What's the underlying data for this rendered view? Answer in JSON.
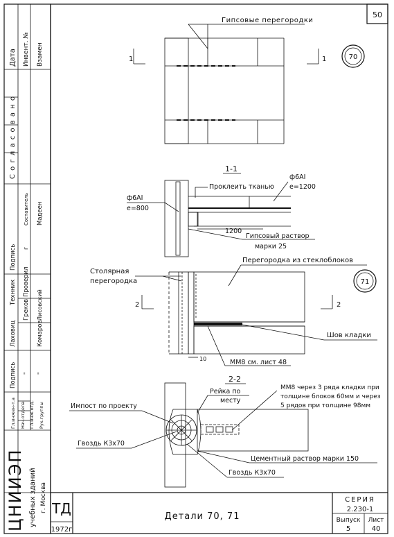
{
  "page_number": "50",
  "side_table": {
    "header_cols": [
      "Дата",
      "Инвент. №",
      "Взамен"
    ],
    "soglasovano": "С о г л а с о в а н о",
    "rows": [
      {
        "role": "Технник",
        "name": "Лаховиц"
      },
      {
        "role": "Проверил",
        "name": "Греков"
      },
      {
        "role": "",
        "name": "Комаров"
      },
      {
        "role": "",
        "name": "Лисовский"
      }
    ],
    "sign_row": {
      "podpis": "Подпись",
      "sostavitel": "Составитель",
      "name": "Мадеен",
      "mark": "г"
    },
    "chief_rows": [
      "Гл.инжен-т.а",
      "Нач.отдела",
      "Гл.инж.отд.",
      "Рук.группы"
    ],
    "quote_mark": "\"",
    "org_main": "ЦНИИЭП",
    "org_sub": "учебных зданий",
    "org_city": "г. Москва"
  },
  "title_block": {
    "td": "ТД",
    "year": "1972г",
    "title": "Детали 70, 71",
    "seriya_label": "СЕРИЯ",
    "seriya_value": "2.230-1",
    "vypusk_label": "Выпуск",
    "vypusk_value": "5",
    "list_label": "Лист",
    "list_value": "40"
  },
  "drawing": {
    "label_gypsum": "Гипсовые перегородки",
    "section_mark": "1",
    "detail_70": "70",
    "section_1_1": "1-1",
    "glue_label": "Проклеить тканью",
    "rebar_left": "ф6АI",
    "rebar_left_spacing": "е=800",
    "rebar_right": "ф6АI",
    "rebar_right_spacing": "е=1200",
    "dim_1200": "1200",
    "mortar_label": "Гипсовый раствор",
    "mortar_grade": "марки 25",
    "label_joinery_1": "Столярная",
    "label_joinery_2": "перегородка",
    "label_glass": "Перегородка из стеклоблоков",
    "detail_71": "71",
    "section_mark_2": "2",
    "seam_label": "Шов кладки",
    "dim_10": "10",
    "mm8_label": "ММ8 см. лист 48",
    "section_2_2": "2-2",
    "mm8_note_1": "ММ8 через 3 ряда кладки при",
    "mm8_note_2": "толщине блоков 60мм и через",
    "mm8_note_3": "5 рядов при толщине 98мм",
    "slat_1": "Рейка по",
    "slat_2": "месту",
    "impost": "Импост по проекту",
    "nail_1": "Гвоздь К3х70",
    "cement": "Цементный раствор марки 150",
    "nail_2": "Гвоздь К3х70"
  }
}
